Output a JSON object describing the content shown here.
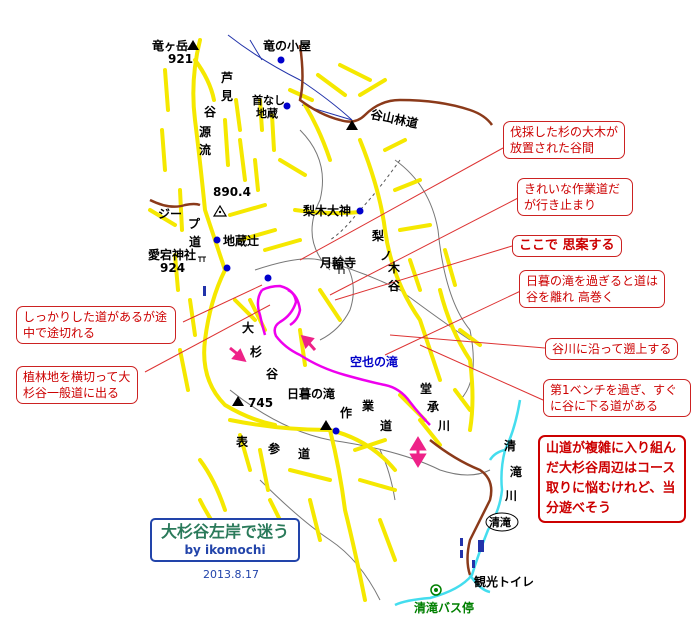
{
  "title": {
    "main": "大杉谷左岸で迷う",
    "author": "by ikomochi",
    "date": "2013.8.17"
  },
  "place_labels": {
    "ryugatake": "竜ヶ岳",
    "ryugatake_elev": "921",
    "ashimidani": "芦見谷源流",
    "ryunokoya": "竜の小屋",
    "kubinashi": "首なし地蔵",
    "taniyama_rindo": "谷山林道",
    "peak_890": "890.4",
    "jeep_road": "ジープ道",
    "jizotsuji": "地蔵辻",
    "atago": "愛宕神社",
    "atago_elev": "924",
    "nashinoki_daijin": "梨木大神",
    "nashinoki_dani": "梨ノ木谷",
    "gekkinji": "月輪寺",
    "osugidani": "大杉谷",
    "kuya_taki": "空也の滝",
    "higurashi_taki": "日暮の滝",
    "peak_745": "745",
    "sagyodo": "作業道",
    "omote_sando": "表参道",
    "doshogawa": "堂承川",
    "kiyotakigawa": "清滝川",
    "kiyotaki": "清滝",
    "toilet": "観光トイレ",
    "bus_stop": "清滝バス停"
  },
  "callouts": {
    "felled_cedar": "伐採した杉の大木が放置された谷間",
    "dead_end_road": "きれいな作業道だが行き止まり",
    "thinking": "ここで 思案する",
    "leave_valley": "日暮の滝を過ぎると道は 谷を離れ 高巻く",
    "follow_river": "谷川に沿って遡上する",
    "bench": "第1ベンチを過ぎ、すぐに谷に下る道がある",
    "complex": "山道が複雑に入り組んだ大杉谷周辺はコース取りに悩むけれど、当分遊べそう",
    "trail_ends": "しっかりした道があるが途中で途切れる",
    "plantation": "植林地を横切って大杉谷一般道に出る"
  },
  "colors": {
    "trail": "#f5e800",
    "river": "#44ddee",
    "forest_road": "#8b3a1a",
    "route": "#ee00ee",
    "callout_text": "#cc0000",
    "title_text": "#2a7a5a",
    "title_border": "#2244aa",
    "marker": "#0000cc"
  }
}
